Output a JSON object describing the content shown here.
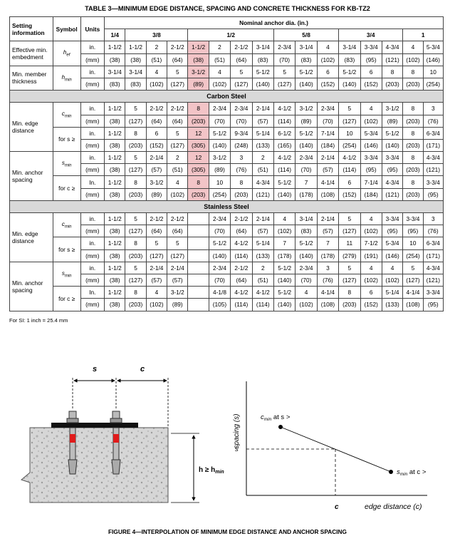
{
  "title": "TABLE 3—MINIMUM EDGE DISTANCE, SPACING AND CONCRETE THICKNESS FOR KB-TZ2",
  "header": {
    "setting": "Setting information",
    "symbol": "Symbol",
    "units": "Units",
    "nominal": "Nominal anchor dia. (in.)",
    "dias": [
      "1/4",
      "3/8",
      "1/2",
      "5/8",
      "3/4",
      "1"
    ]
  },
  "groups": {
    "eff": {
      "label": "Effective min. embedment",
      "sym": "h",
      "sub": "ef",
      "rows": [
        {
          "unit": "in.",
          "v": [
            "1-1/2",
            "1-1/2",
            "2",
            "2-1/2",
            "1-1/2",
            "2",
            "2-1/2",
            "3-1/4",
            "2-3/4",
            "3-1/4",
            "4",
            "3-1/4",
            "3-3/4",
            "4-3/4",
            "4",
            "5-3/4"
          ]
        },
        {
          "unit": "(mm)",
          "v": [
            "(38)",
            "(38)",
            "(51)",
            "(64)",
            "(38)",
            "(51)",
            "(64)",
            "(83)",
            "(70)",
            "(83)",
            "(102)",
            "(83)",
            "(95)",
            "(121)",
            "(102)",
            "(146)"
          ]
        }
      ]
    },
    "mem": {
      "label": "Min. member thickness",
      "sym": "h",
      "sub": "min",
      "rows": [
        {
          "unit": "in.",
          "v": [
            "3-1/4",
            "3-1/4",
            "4",
            "5",
            "3-1/2",
            "4",
            "5",
            "5-1/2",
            "5",
            "5-1/2",
            "6",
            "5-1/2",
            "6",
            "8",
            "8",
            "10"
          ]
        },
        {
          "unit": "(mm)",
          "v": [
            "(83)",
            "(83)",
            "(102)",
            "(127)",
            "(89)",
            "(102)",
            "(127)",
            "(140)",
            "(127)",
            "(140)",
            "(152)",
            "(140)",
            "(152)",
            "(203)",
            "(203)",
            "(254)"
          ]
        }
      ]
    },
    "carbon": "Carbon Steel",
    "cs_edge": {
      "label": "Min. edge distance",
      "sym": "c",
      "sub": "min",
      "for_label": "for s ≥",
      "rows": [
        {
          "unit": "in.",
          "v": [
            "1-1/2",
            "5",
            "2-1/2",
            "2-1/2",
            "8",
            "2-3/4",
            "2-3/4",
            "2-1/4",
            "4-1/2",
            "3-1/2",
            "2-3/4",
            "5",
            "4",
            "3-1/2",
            "8",
            "3"
          ]
        },
        {
          "unit": "(mm)",
          "v": [
            "(38)",
            "(127)",
            "(64)",
            "(64)",
            "(203)",
            "(70)",
            "(70)",
            "(57)",
            "(114)",
            "(89)",
            "(70)",
            "(127)",
            "(102)",
            "(89)",
            "(203)",
            "(76)"
          ]
        },
        {
          "unit": "in.",
          "v": [
            "1-1/2",
            "8",
            "6",
            "5",
            "12",
            "5-1/2",
            "9-3/4",
            "5-1/4",
            "6-1/2",
            "5-1/2",
            "7-1/4",
            "10",
            "5-3/4",
            "5-1/2",
            "8",
            "6-3/4"
          ]
        },
        {
          "unit": "(mm)",
          "v": [
            "(38)",
            "(203)",
            "(152)",
            "(127)",
            "(305)",
            "(140)",
            "(248)",
            "(133)",
            "(165)",
            "(140)",
            "(184)",
            "(254)",
            "(146)",
            "(140)",
            "(203)",
            "(171)"
          ]
        }
      ]
    },
    "cs_space": {
      "label": "Min. anchor spacing",
      "sym": "s",
      "sub": "min",
      "for_label": "for c ≥",
      "rows": [
        {
          "unit": "in.",
          "v": [
            "1-1/2",
            "5",
            "2-1/4",
            "2",
            "12",
            "3-1/2",
            "3",
            "2",
            "4-1/2",
            "2-3/4",
            "2-1/4",
            "4-1/2",
            "3-3/4",
            "3-3/4",
            "8",
            "4-3/4"
          ]
        },
        {
          "unit": "(mm)",
          "v": [
            "(38)",
            "(127)",
            "(57)",
            "(51)",
            "(305)",
            "(89)",
            "(76)",
            "(51)",
            "(114)",
            "(70)",
            "(57)",
            "(114)",
            "(95)",
            "(95)",
            "(203)",
            "(121)"
          ]
        },
        {
          "unit": "In.",
          "v": [
            "1-1/2",
            "8",
            "3-1/2",
            "4",
            "8",
            "10",
            "8",
            "4-3/4",
            "5-1/2",
            "7",
            "4-1/4",
            "6",
            "7-1/4",
            "4-3/4",
            "8",
            "3-3/4"
          ]
        },
        {
          "unit": "(mm)",
          "v": [
            "(38)",
            "(203)",
            "(89)",
            "(102)",
            "(203)",
            "(254)",
            "(203)",
            "(121)",
            "(140)",
            "(178)",
            "(108)",
            "(152)",
            "(184)",
            "(121)",
            "(203)",
            "(95)"
          ]
        }
      ]
    },
    "stainless": "Stainless Steel",
    "ss_edge": {
      "label": "Min. edge distance",
      "sym": "c",
      "sub": "min",
      "for_label": "for s ≥",
      "rows": [
        {
          "unit": "in.",
          "v": [
            "1-1/2",
            "5",
            "2-1/2",
            "2-1/2",
            "",
            "2-3/4",
            "2-1/2",
            "2-1/4",
            "4",
            "3-1/4",
            "2-1/4",
            "5",
            "4",
            "3-3/4",
            "3-3/4",
            "3"
          ]
        },
        {
          "unit": "(mm)",
          "v": [
            "(38)",
            "(127)",
            "(64)",
            "(64)",
            "",
            "(70)",
            "(64)",
            "(57)",
            "(102)",
            "(83)",
            "(57)",
            "(127)",
            "(102)",
            "(95)",
            "(95)",
            "(76)"
          ]
        },
        {
          "unit": "in.",
          "v": [
            "1-1/2",
            "8",
            "5",
            "5",
            "",
            "5-1/2",
            "4-1/2",
            "5-1/4",
            "7",
            "5-1/2",
            "7",
            "11",
            "7-1/2",
            "5-3/4",
            "10",
            "6-3/4"
          ]
        },
        {
          "unit": "(mm)",
          "v": [
            "(38)",
            "(203)",
            "(127)",
            "(127)",
            "",
            "(140)",
            "(114)",
            "(133)",
            "(178)",
            "(140)",
            "(178)",
            "(279)",
            "(191)",
            "(146)",
            "(254)",
            "(171)"
          ]
        }
      ]
    },
    "ss_space": {
      "label": "Min. anchor spacing",
      "sym": "s",
      "sub": "min",
      "for_label": "for c ≥",
      "rows": [
        {
          "unit": "in.",
          "v": [
            "1-1/2",
            "5",
            "2-1/4",
            "2-1/4",
            "",
            "2-3/4",
            "2-1/2",
            "2",
            "5-1/2",
            "2-3/4",
            "3",
            "5",
            "4",
            "4",
            "5",
            "4-3/4"
          ]
        },
        {
          "unit": "(mm)",
          "v": [
            "(38)",
            "(127)",
            "(57)",
            "(57)",
            "",
            "(70)",
            "(64)",
            "(51)",
            "(140)",
            "(70)",
            "(76)",
            "(127)",
            "(102)",
            "(102)",
            "(127)",
            "(121)"
          ]
        },
        {
          "unit": "In.",
          "v": [
            "1-1/2",
            "8",
            "4",
            "3-1/2",
            "",
            "4-1/8",
            "4-1/2",
            "4-1/2",
            "5-1/2",
            "4",
            "4-1/4",
            "8",
            "6",
            "5-1/4",
            "4-1/4",
            "3-3/4"
          ]
        },
        {
          "unit": "(mm)",
          "v": [
            "(38)",
            "(203)",
            "(102)",
            "(89)",
            "",
            "(105)",
            "(114)",
            "(114)",
            "(140)",
            "(102)",
            "(108)",
            "(203)",
            "(152)",
            "(133)",
            "(108)",
            "(95)"
          ]
        }
      ]
    }
  },
  "footnote": "For SI: 1 inch = 25.4 mm",
  "figure": {
    "s_label": "s",
    "c_label": "c",
    "h_label": "h ≥ h",
    "h_sub": "min",
    "y_axis": "spacing (s)",
    "x_axis": "edge distance (c)",
    "s_tick": "s",
    "c_tick": "c",
    "pt1": {
      "pre": "c",
      "sub": "min",
      "post": " at s >"
    },
    "pt2": {
      "pre": "s",
      "sub": "min",
      "post": " at c >"
    }
  },
  "caption": "FIGURE 4—INTERPOLATION OF MINIMUM EDGE DISTANCE AND ANCHOR SPACING",
  "colors": {
    "highlight": "#f2c4c7",
    "section": "#d9d9d9",
    "red_band": "#e01b1b"
  }
}
